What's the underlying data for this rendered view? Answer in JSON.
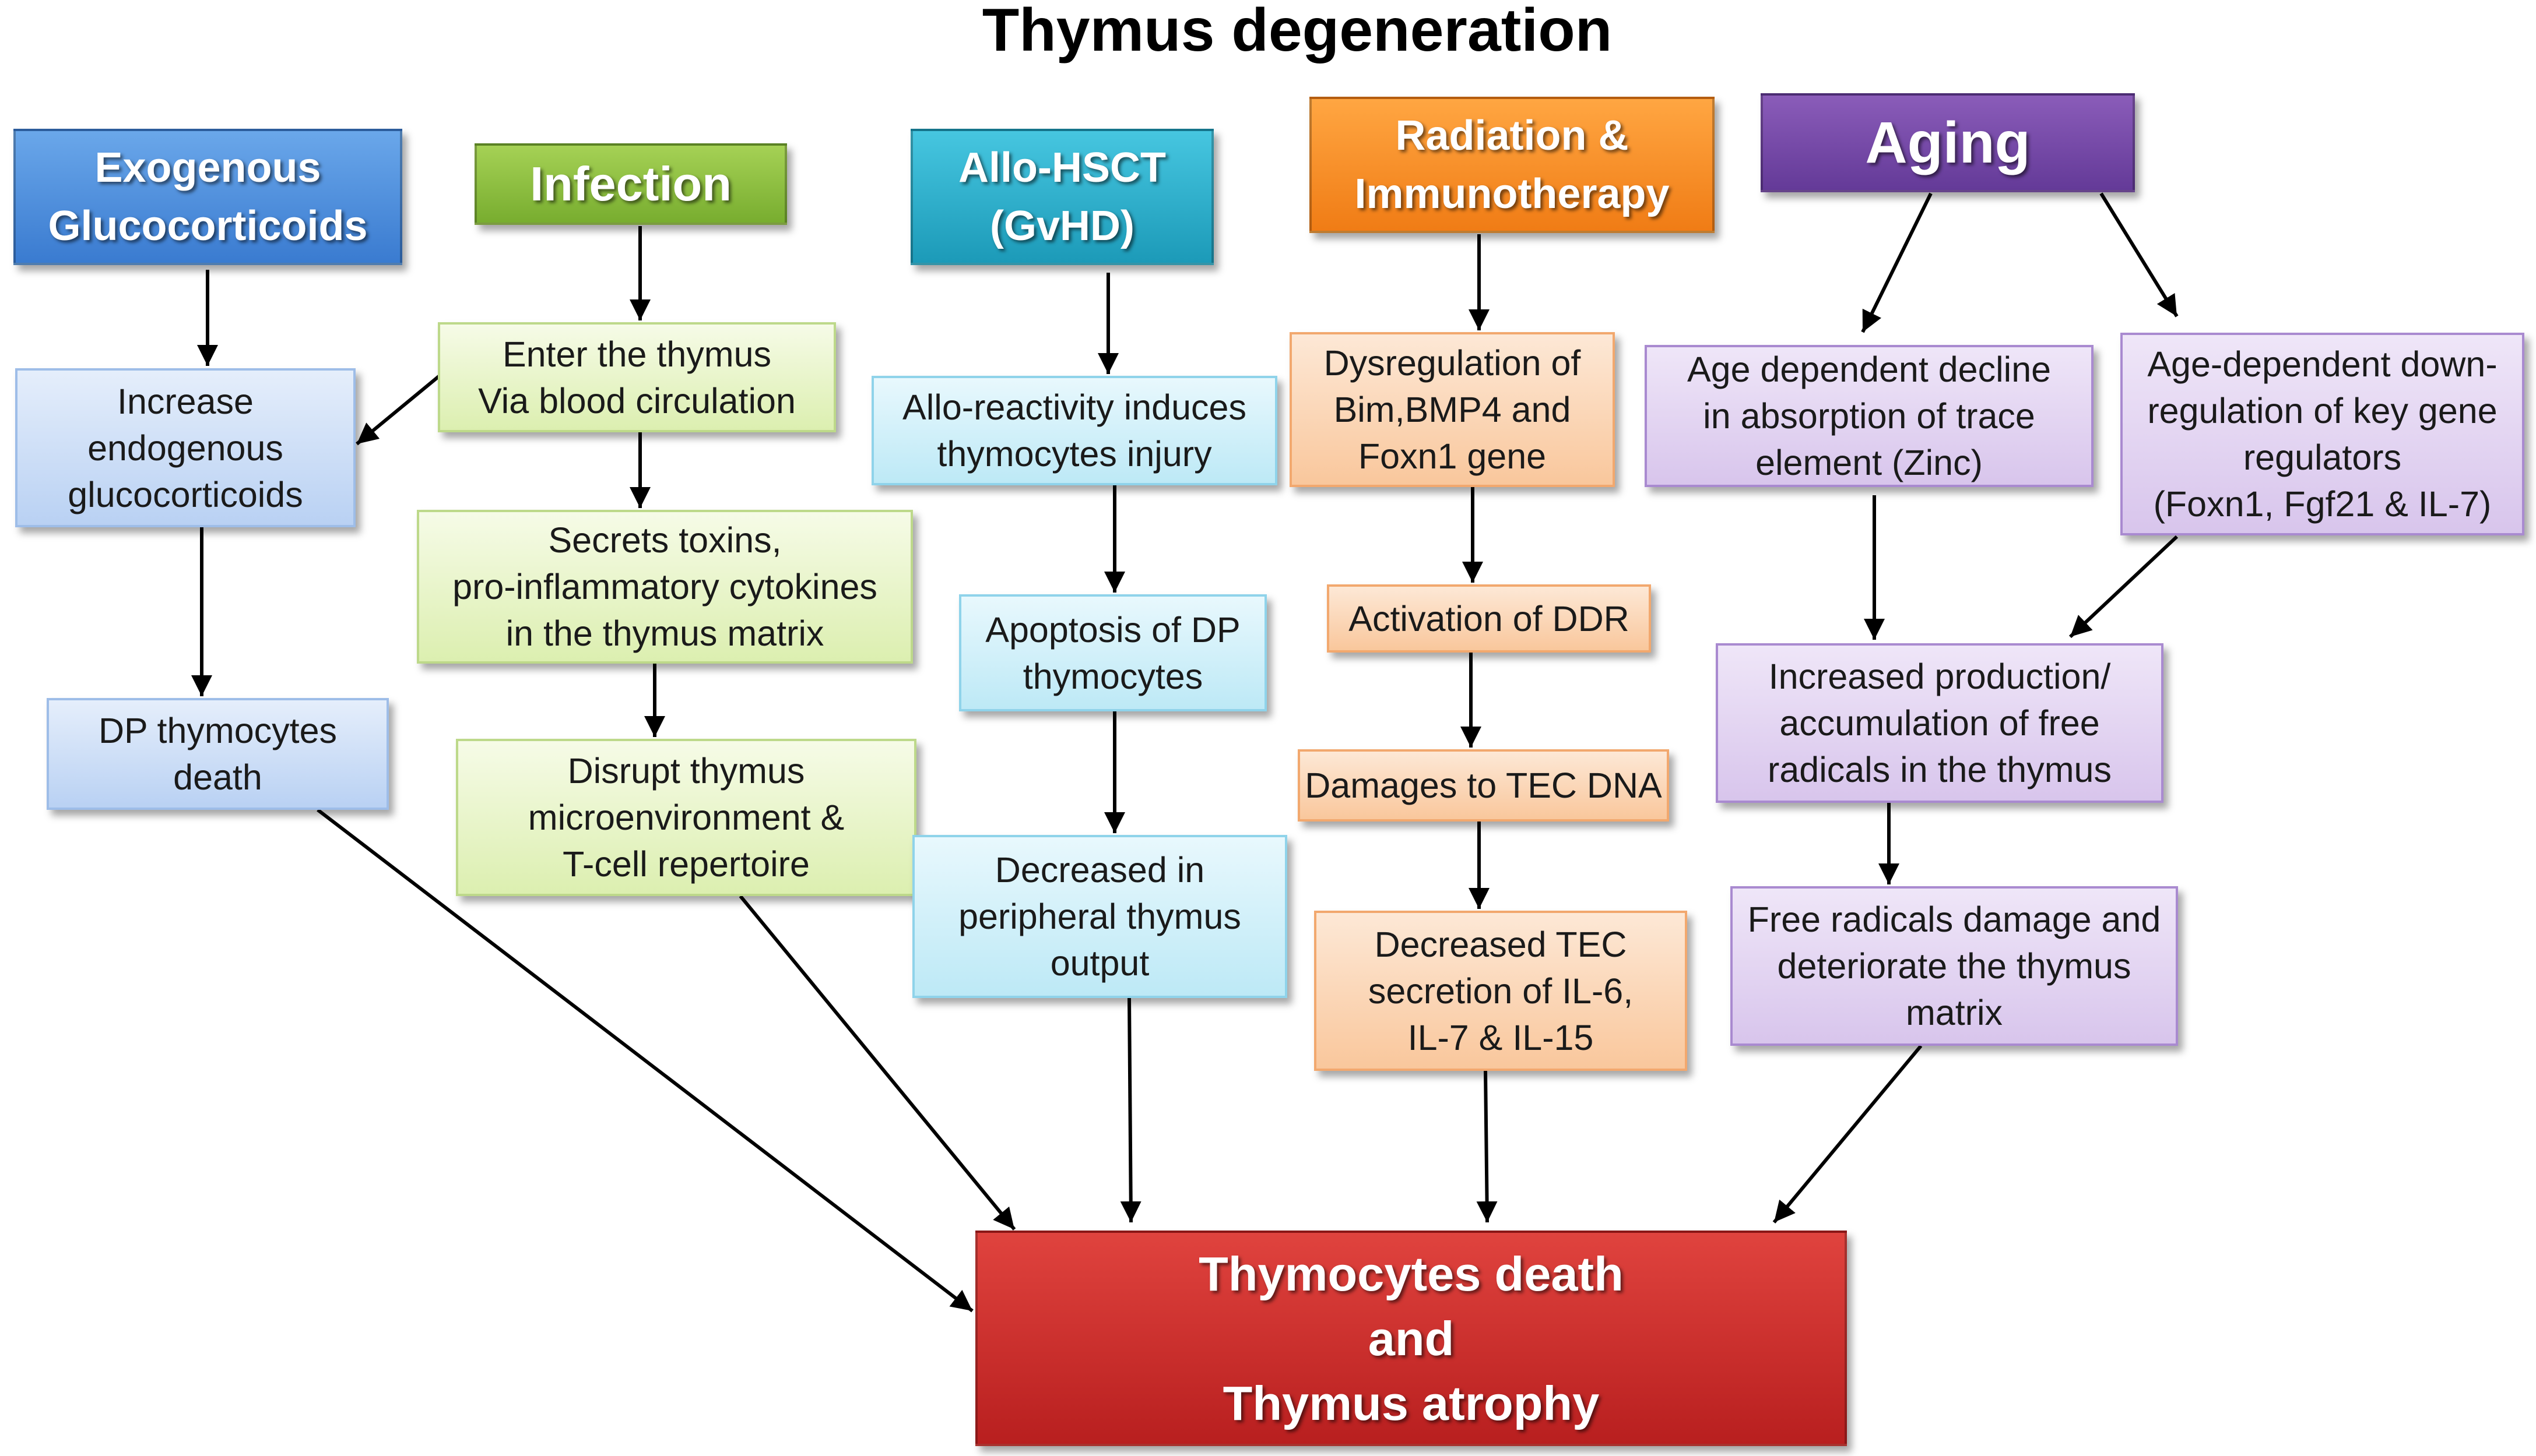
{
  "title": "Thymus degeneration",
  "colors": {
    "exogenous": "#3a7bd0",
    "infection": "#78ad2f",
    "allo_hsct": "#1c9ab8",
    "radiation": "#f07c15",
    "aging": "#643a98",
    "outcome": "#b81f1f"
  },
  "causes": {
    "exogenous": {
      "lines": [
        "Exogenous",
        "Glucocorticoids"
      ]
    },
    "infection": {
      "lines": [
        "Infection"
      ]
    },
    "allo_hsct": {
      "lines": [
        "Allo-HSCT",
        "(GvHD)"
      ]
    },
    "radiation": {
      "lines": [
        "Radiation &",
        "Immunotherapy"
      ]
    },
    "aging": {
      "lines": [
        "Aging"
      ]
    }
  },
  "steps": {
    "increase_endogenous": {
      "lines": [
        "Increase",
        "endogenous",
        "glucocorticoids"
      ]
    },
    "dp_death": {
      "lines": [
        "DP thymocytes",
        "death"
      ]
    },
    "enter_thymus": {
      "lines": [
        "Enter the thymus",
        "Via blood circulation"
      ]
    },
    "secrets_toxins": {
      "lines": [
        "Secrets toxins,",
        "pro-inflammatory cytokines",
        "in the thymus matrix"
      ]
    },
    "disrupt": {
      "lines": [
        "Disrupt thymus",
        "microenvironment &",
        "T-cell repertoire"
      ]
    },
    "allo_reactivity": {
      "lines": [
        "Allo-reactivity induces",
        "thymocytes injury"
      ]
    },
    "apoptosis": {
      "lines": [
        "Apoptosis of DP",
        "thymocytes"
      ]
    },
    "decreased_output": {
      "lines": [
        "Decreased in",
        "peripheral thymus",
        "output"
      ]
    },
    "dysregulation": {
      "lines": [
        "Dysregulation of",
        "Bim,BMP4 and",
        "Foxn1 gene"
      ]
    },
    "ddr": {
      "lines": [
        "Activation of DDR"
      ]
    },
    "tec_dna": {
      "lines": [
        "Damages to TEC DNA"
      ]
    },
    "tec_secretion": {
      "lines": [
        "Decreased TEC",
        "secretion of IL-6,",
        "IL-7 & IL-15"
      ]
    },
    "zinc": {
      "lines": [
        "Age dependent decline",
        "in absorption of trace",
        "element (Zinc)"
      ]
    },
    "downregulation": {
      "lines": [
        "Age-dependent down-",
        "regulation of key gene",
        "regulators",
        "(Foxn1, Fgf21 & IL-7)"
      ]
    },
    "free_radicals": {
      "lines": [
        "Increased production/",
        "accumulation of free",
        "radicals in the thymus"
      ]
    },
    "damage": {
      "lines": [
        "Free radicals damage and",
        "deteriorate the thymus",
        "matrix"
      ]
    }
  },
  "outcome": {
    "lines": [
      "Thymocytes death",
      "and",
      "Thymus atrophy"
    ]
  }
}
